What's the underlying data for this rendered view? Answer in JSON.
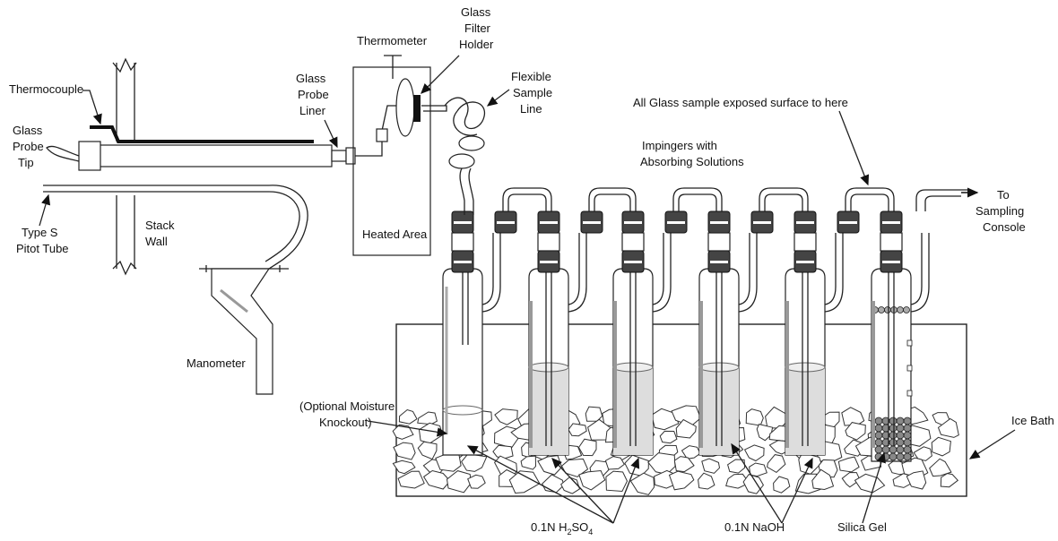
{
  "labels": {
    "thermocouple": "Thermocouple",
    "glass_probe_tip": [
      "Glass",
      "Probe",
      "Tip"
    ],
    "type_s_pitot": [
      "Type S",
      "Pitot Tube"
    ],
    "stack_wall": [
      "Stack",
      "Wall"
    ],
    "manometer": "Manometer",
    "glass_probe_liner": [
      "Glass",
      "Probe",
      "Liner"
    ],
    "thermometer": "Thermometer",
    "glass_filter_holder": [
      "Glass",
      "Filter",
      "Holder"
    ],
    "heated_area": "Heated Area",
    "flexible_sample_line": [
      "Flexible",
      "Sample",
      "Line"
    ],
    "all_glass": "All Glass sample exposed surface to here",
    "impingers": [
      "Impingers with",
      "Absorbing Solutions"
    ],
    "to_sampling": [
      "To",
      "Sampling",
      "Console"
    ],
    "optional_moisture": [
      "(Optional Moisture",
      "Knockout)"
    ],
    "ice_bath": "Ice Bath",
    "h2so4": {
      "prefix": "0.1N H",
      "sub1": "2",
      "mid": "SO",
      "sub2": "4"
    },
    "naoh": "0.1N NaOH",
    "silica_gel": "Silica Gel"
  }
}
